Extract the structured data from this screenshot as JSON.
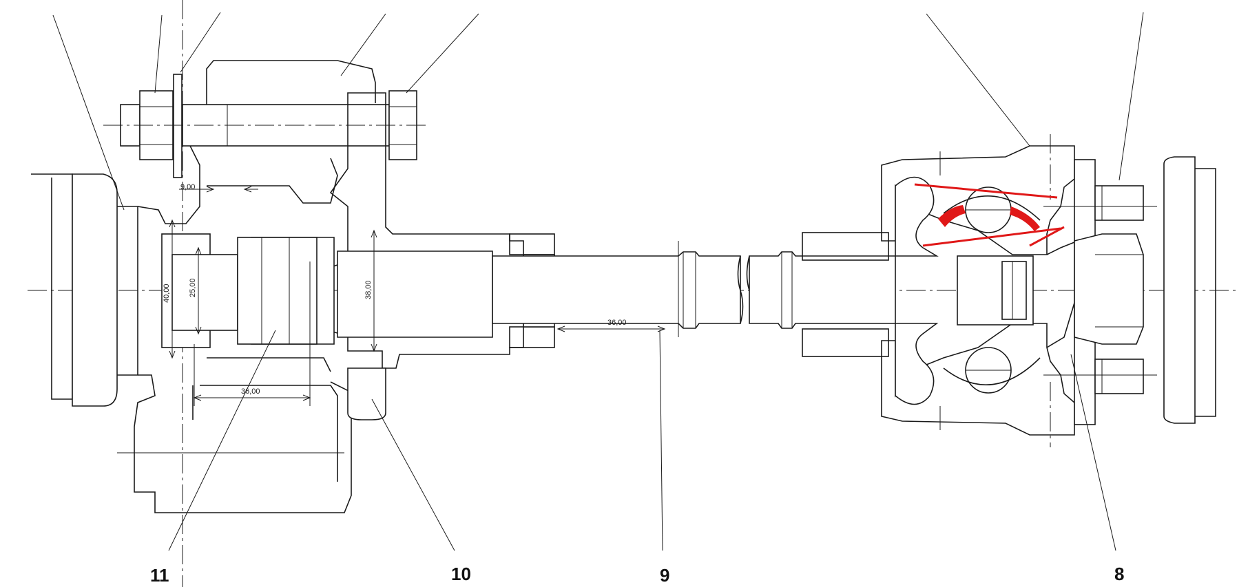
{
  "callouts": [
    {
      "id": "c11",
      "label": "11"
    },
    {
      "id": "c10",
      "label": "10"
    },
    {
      "id": "c9",
      "label": "9"
    },
    {
      "id": "c8",
      "label": "8"
    }
  ],
  "dimensions": {
    "gap": "9,00",
    "d40": "40,00",
    "d25": "25,00",
    "d38": "38,00",
    "len_left": "36,00",
    "len_shaft": "36,00"
  },
  "colors": {
    "line": "#1a1a1a",
    "highlight": "#e01818",
    "background": "#ffffff"
  }
}
